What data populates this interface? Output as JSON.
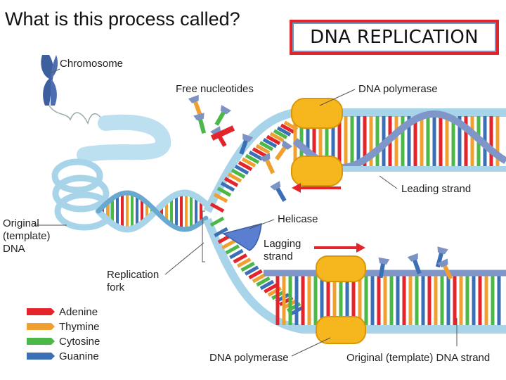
{
  "question": "What is this process called?",
  "answer": "DNA REPLICATION",
  "labels": {
    "chromosome": "Chromosome",
    "free_nucleotides": "Free nucleotides",
    "dna_polymerase_top": "DNA polymerase",
    "leading_strand": "Leading strand",
    "original_template_dna_1": "Original",
    "original_template_dna_2": "(template)",
    "original_template_dna_3": "DNA",
    "helicase": "Helicase",
    "lagging_strand_1": "Lagging",
    "lagging_strand_2": "strand",
    "replication_fork_1": "Replication",
    "replication_fork_2": "fork",
    "dna_polymerase_bottom": "DNA polymerase",
    "original_template_strand": "Original (template) DNA strand"
  },
  "legend": [
    {
      "label": "Adenine",
      "color": "#e3242b"
    },
    {
      "label": "Thymine",
      "color": "#f0a030"
    },
    {
      "label": "Cytosine",
      "color": "#4cb848"
    },
    {
      "label": "Guanine",
      "color": "#3b6fb6"
    }
  ],
  "colors": {
    "backbone": "#a8d4ea",
    "backbone_dark": "#6aa9cf",
    "polymerase": "#f6b71e",
    "helicase": "#5a7fd0",
    "arrow": "#e3242b",
    "new_backbone": "#7f96c8"
  }
}
